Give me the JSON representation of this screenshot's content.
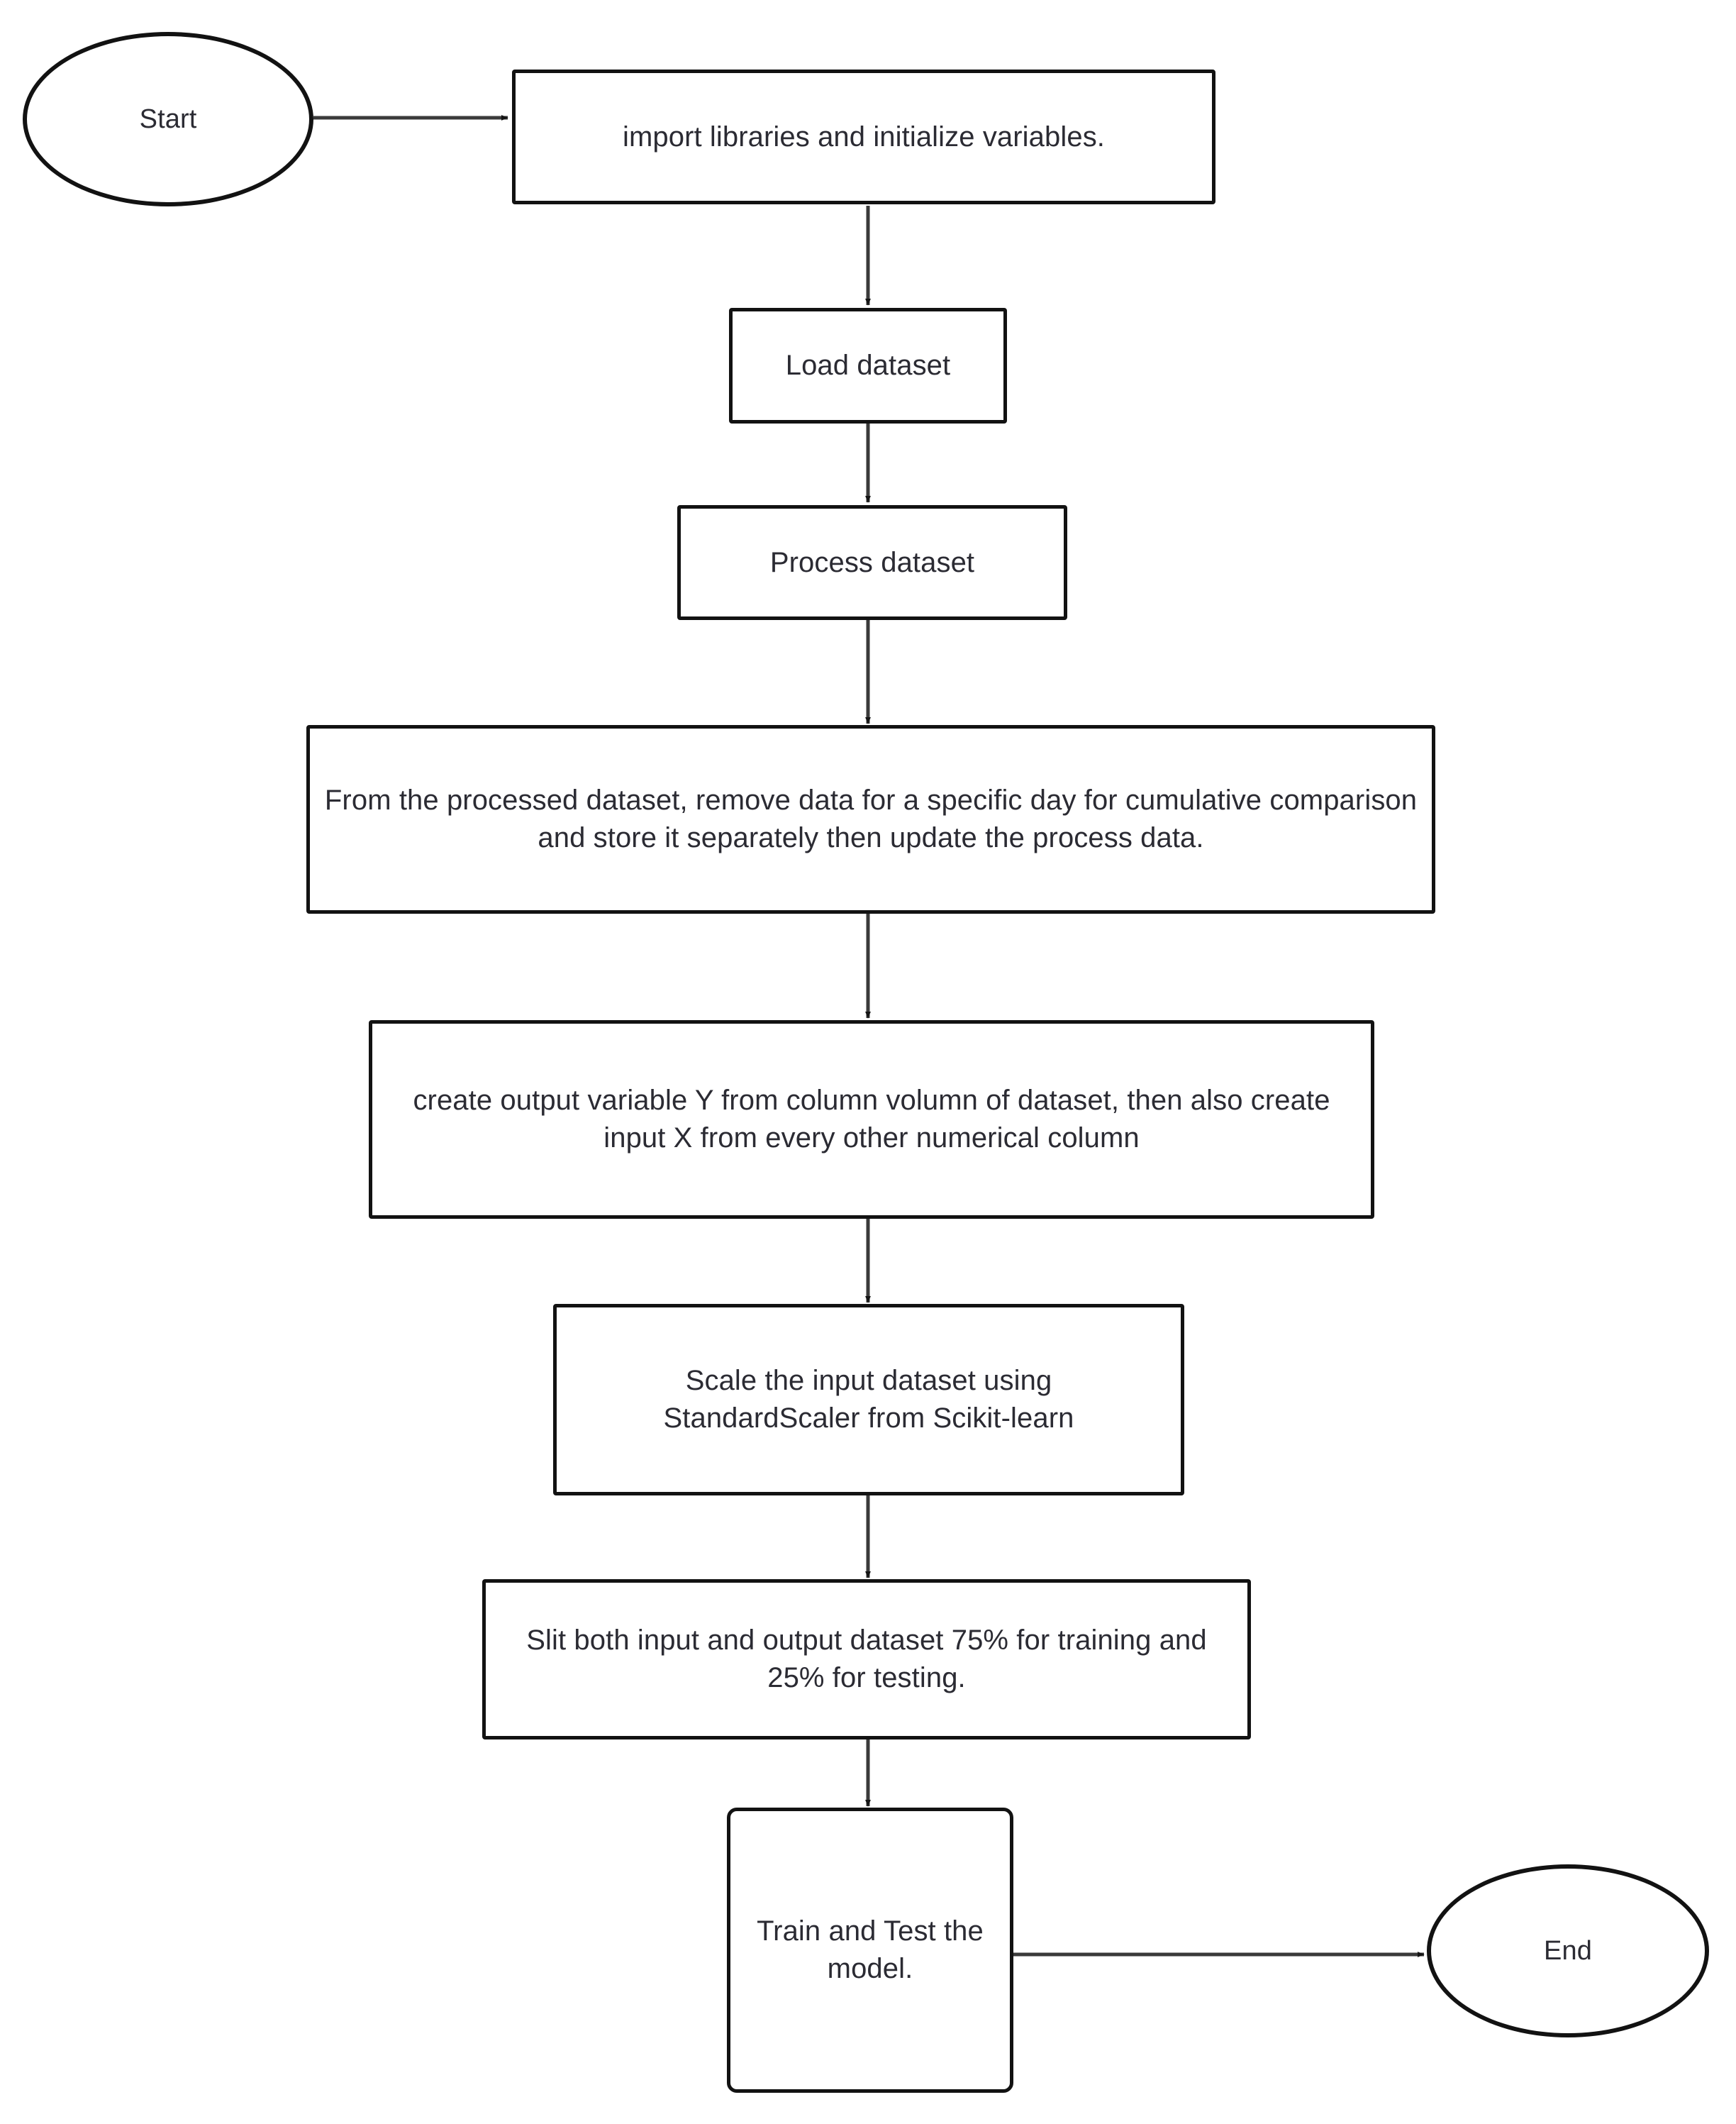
{
  "diagram": {
    "title": "Machine learning pipeline flowchart",
    "background_color": "#ffffff",
    "stroke_color": "#121212",
    "text_color": "#2b2b33",
    "connector_color": "#3a3a3a",
    "nodes": [
      {
        "id": "start",
        "shape": "ellipse",
        "label": "Start"
      },
      {
        "id": "import",
        "shape": "rectangle",
        "label": "import libraries and initialize variables."
      },
      {
        "id": "load",
        "shape": "rectangle",
        "label": "Load dataset"
      },
      {
        "id": "process",
        "shape": "rectangle",
        "label": "Process dataset"
      },
      {
        "id": "remove",
        "shape": "rectangle",
        "label": "From the processed dataset, remove data for a specific day for cumulative comparison and store it separately then update the process data."
      },
      {
        "id": "variables",
        "shape": "rectangle",
        "label": "create output variable Y from column volumn of dataset, then also create input X from every other numerical column"
      },
      {
        "id": "scale",
        "shape": "rectangle",
        "label": "Scale the input dataset using StandardScaler from Scikit-learn"
      },
      {
        "id": "split",
        "shape": "rectangle",
        "label": "Slit both input and output dataset 75% for training and 25% for testing."
      },
      {
        "id": "train",
        "shape": "rounded-square",
        "label": "Train and Test the model."
      },
      {
        "id": "end",
        "shape": "ellipse",
        "label": "End"
      }
    ],
    "edges": [
      {
        "from": "start",
        "to": "import",
        "direction": "right"
      },
      {
        "from": "import",
        "to": "load",
        "direction": "down"
      },
      {
        "from": "load",
        "to": "process",
        "direction": "down"
      },
      {
        "from": "process",
        "to": "remove",
        "direction": "down"
      },
      {
        "from": "remove",
        "to": "variables",
        "direction": "down"
      },
      {
        "from": "variables",
        "to": "scale",
        "direction": "down"
      },
      {
        "from": "scale",
        "to": "split",
        "direction": "down"
      },
      {
        "from": "split",
        "to": "train",
        "direction": "down"
      },
      {
        "from": "train",
        "to": "end",
        "direction": "right"
      }
    ]
  }
}
